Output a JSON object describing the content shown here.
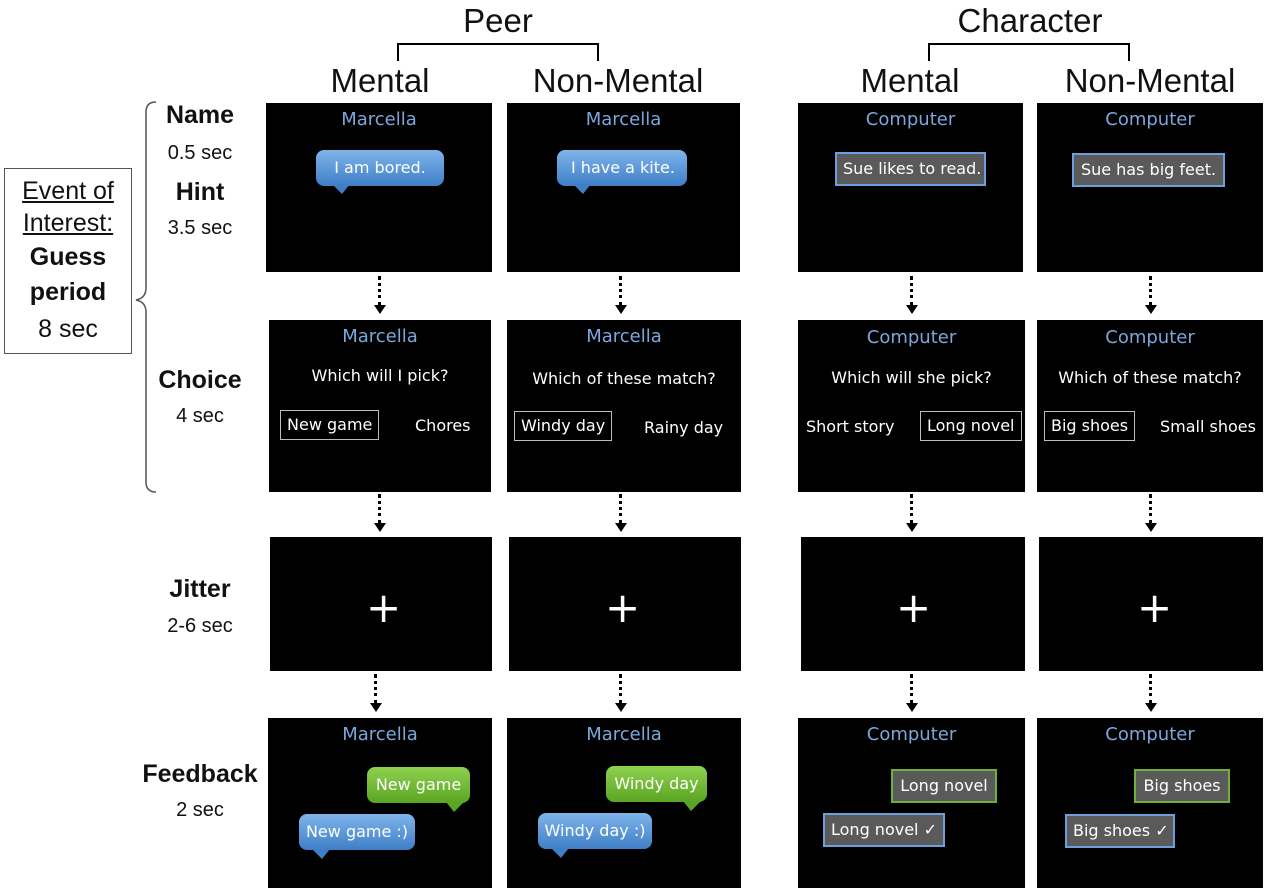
{
  "header": {
    "peer": "Peer",
    "character": "Character",
    "mental": "Mental",
    "non_mental": "Non-Mental"
  },
  "rows": {
    "name": {
      "label": "Name",
      "time": "0.5 sec"
    },
    "hint": {
      "label": "Hint",
      "time": "3.5 sec"
    },
    "choice": {
      "label": "Choice",
      "time": "4 sec"
    },
    "jitter": {
      "label": "Jitter",
      "time": "2-6 sec"
    },
    "feedback": {
      "label": "Feedback",
      "time": "2 sec"
    }
  },
  "event_box": {
    "line1": "Event of",
    "line2": "Interest:",
    "line3": "Guess",
    "line4": "period",
    "line5": "8 sec"
  },
  "panels": {
    "peer_mental": {
      "name": "Marcella",
      "hint": "I am bored.",
      "question": "Which will I pick?",
      "option_left": "New game",
      "option_right": "Chores",
      "fixation": "+",
      "feedback_answer": "New game",
      "feedback_guess": "New game :)"
    },
    "peer_nonmental": {
      "name": "Marcella",
      "hint": "I have a kite.",
      "question": "Which of these match?",
      "option_left": "Windy day",
      "option_right": "Rainy day",
      "fixation": "+",
      "feedback_answer": "Windy day",
      "feedback_guess": "Windy day :)"
    },
    "char_mental": {
      "name": "Computer",
      "hint": "Sue likes to read.",
      "question": "Which will she pick?",
      "option_left": "Short story",
      "option_right": "Long novel",
      "fixation": "+",
      "feedback_answer": "Long novel",
      "feedback_guess": "Long novel ✓"
    },
    "char_nonmental": {
      "name": "Computer",
      "hint": "Sue has big feet.",
      "question": "Which of these match?",
      "option_left": "Big shoes",
      "option_right": "Small shoes",
      "fixation": "+",
      "feedback_answer": "Big shoes",
      "feedback_guess": "Big shoes ✓"
    }
  },
  "colors": {
    "panel_bg": "#000000",
    "name_text": "#7ba7dc",
    "bubble_blue": "#4a8ad0",
    "bubble_green": "#6cb82f"
  }
}
